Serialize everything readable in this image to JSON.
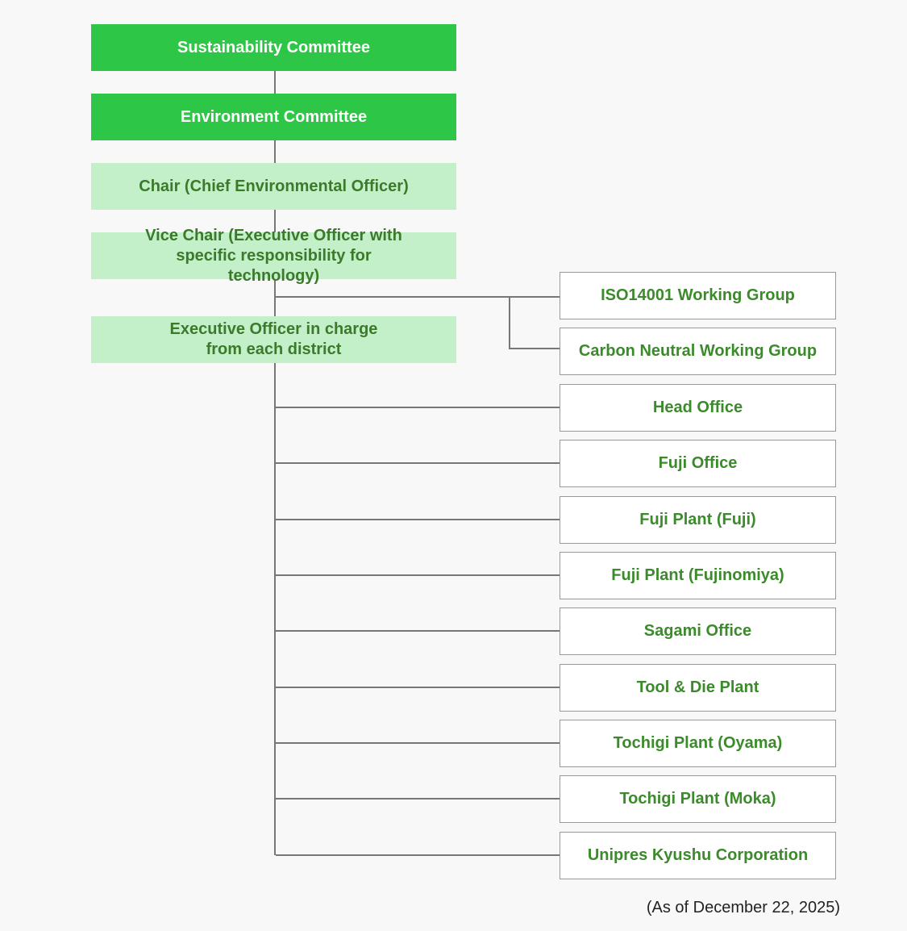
{
  "hierarchy": [
    "Sustainability Committee",
    "Environment Committee",
    "Chair (Chief Environmental Officer)",
    "Vice Chair (Executive Officer with specific responsibility for technology)",
    "Executive Officer in charge from each district"
  ],
  "working_groups": [
    "ISO14001 Working Group",
    "Carbon Neutral Working Group"
  ],
  "districts": [
    "Head Office",
    "Fuji Office",
    "Fuji Plant (Fuji)",
    "Fuji Plant (Fujinomiya)",
    "Sagami Office",
    "Tool & Die Plant",
    "Tochigi Plant (Oyama)",
    "Tochigi Plant (Moka)",
    "Unipres Kyushu Corporation"
  ],
  "note": "(As of December 22, 2025)",
  "colors": {
    "committee": "#2ec646",
    "officer": "#c4f0c9",
    "text": "#3b7a2a",
    "line": "#777777"
  }
}
